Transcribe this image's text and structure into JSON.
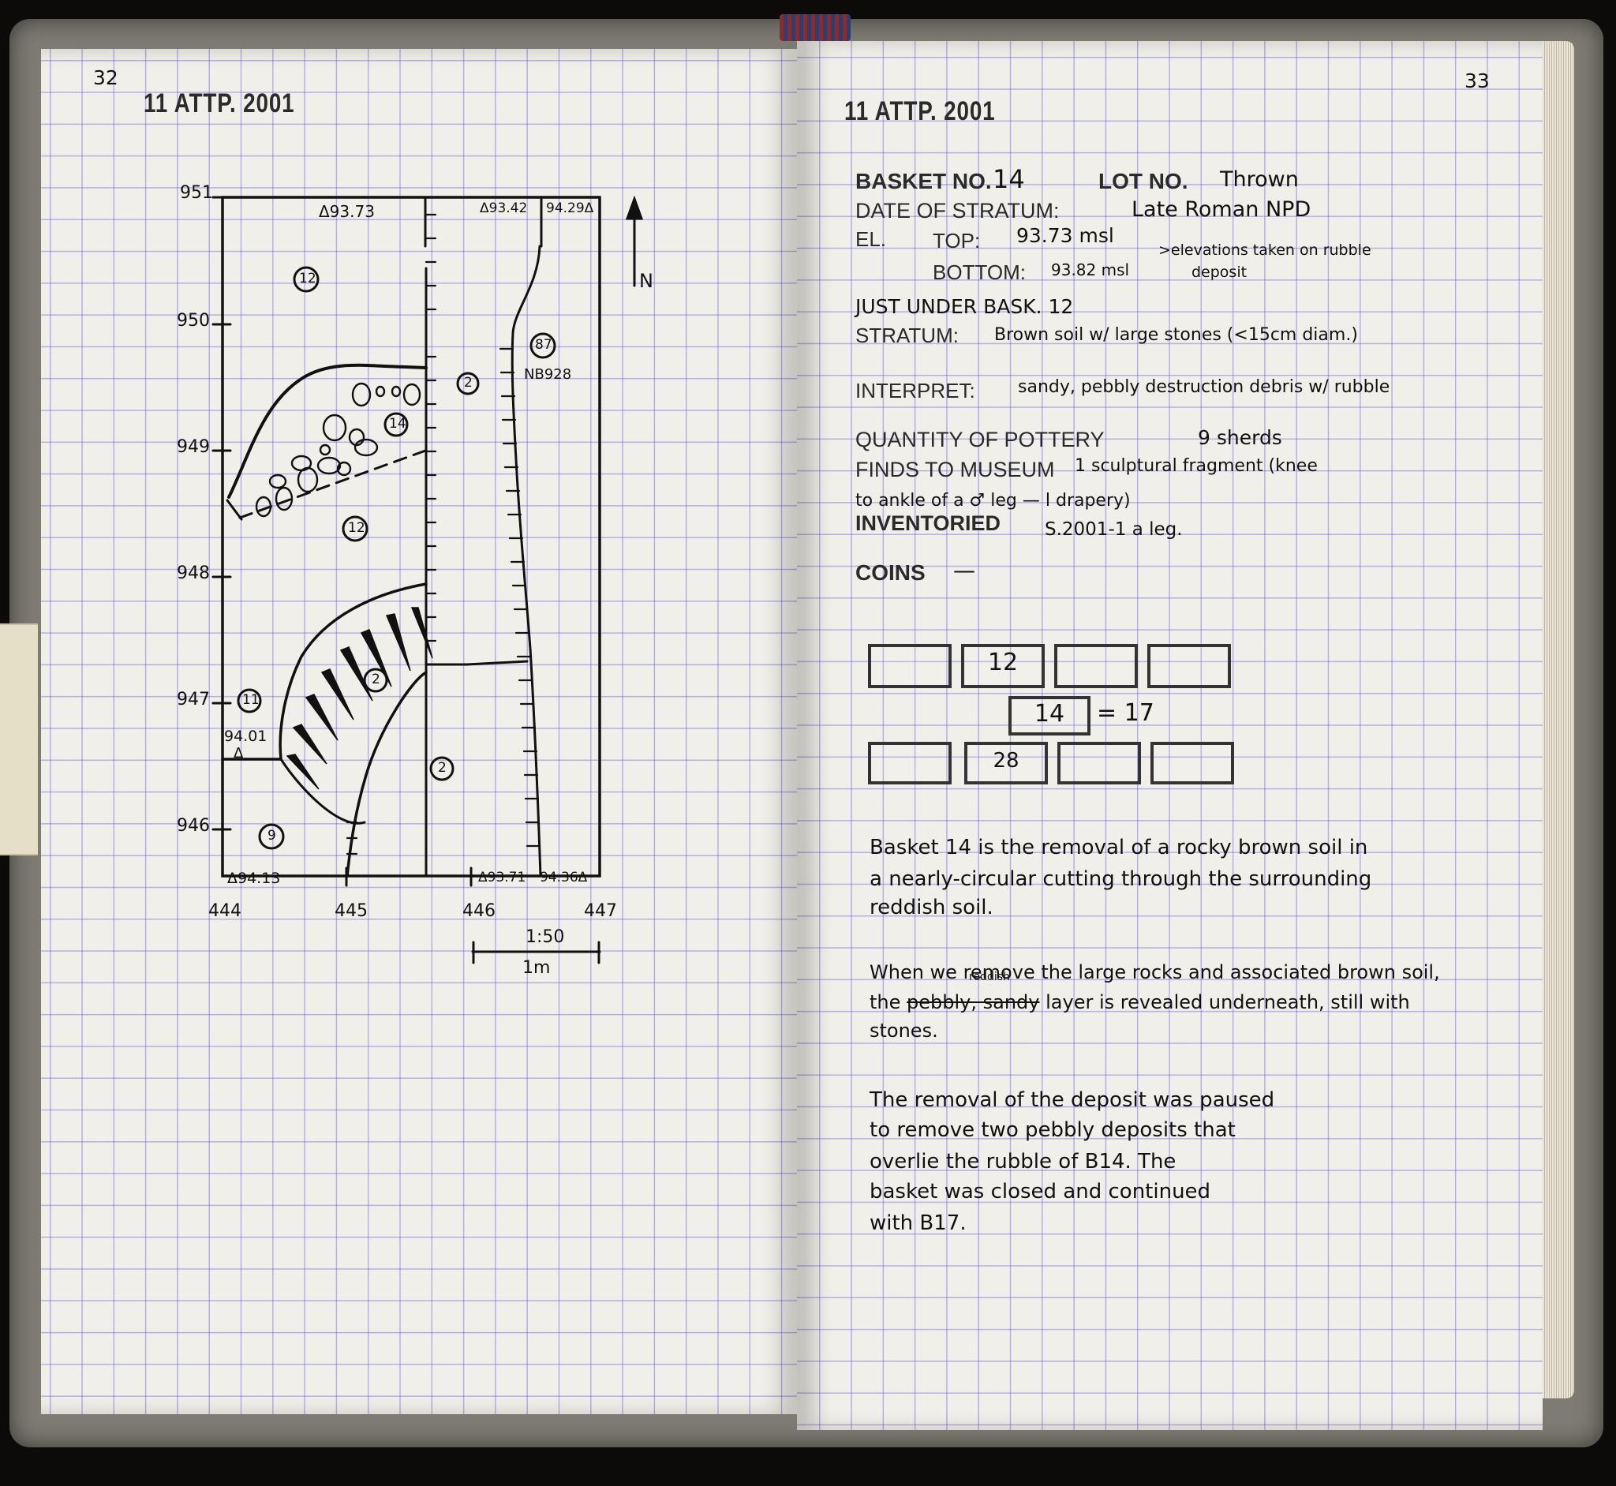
{
  "left_page": {
    "page_number": "32",
    "date_stamp": "11 ATTP. 2001",
    "plan": {
      "northings": [
        "951",
        "950",
        "949",
        "948",
        "947",
        "946"
      ],
      "eastings": [
        "444",
        "445",
        "446",
        "447"
      ],
      "elevations": {
        "top_left_inner": "Δ93.73",
        "top_mid": "Δ93.42",
        "top_right": "94.29Δ",
        "left_mid": "94.01",
        "left_mid_symbol": "Δ",
        "bottom_left": "Δ94.13",
        "bottom_mid": "Δ93.71",
        "bottom_right": "94.36Δ"
      },
      "basket_markers": [
        "12",
        "2",
        "87",
        "14",
        "12",
        "2",
        "11",
        "2",
        "9"
      ],
      "nb_label": "NB928",
      "north_label": "N",
      "scale_ratio": "1:50",
      "scale_length": "1m"
    }
  },
  "right_page": {
    "page_number": "33",
    "date_stamp": "11 ATTP. 2001",
    "form": {
      "basket_label": "BASKET NO.",
      "basket_value": "14",
      "lot_label": "LOT NO.",
      "lot_value": "Thrown",
      "date_label": "DATE OF STRATUM:",
      "date_value": "Late Roman NPD",
      "el_label": "EL.",
      "top_label": "TOP:",
      "top_value": "93.73 msl",
      "bottom_label": "BOTTOM:",
      "bottom_value": "93.82 msl",
      "elevation_note_1": ">elevations taken on rubble",
      "elevation_note_2": "deposit",
      "just_under": "JUST UNDER BASK. 12",
      "stratum_label": "STRATUM:",
      "stratum_value": "Brown soil w/ large stones (<15cm diam.)",
      "interpret_label": "INTERPRET:",
      "interpret_value": "sandy, pebbly destruction debris w/ rubble",
      "pottery_label": "QUANTITY OF POTTERY",
      "pottery_value": "9 sherds",
      "museum_label": "FINDS TO MUSEUM",
      "museum_value_1": "1 sculptural fragment (knee",
      "museum_value_2": "to ankle of a ♂ leg — l drapery)",
      "inventoried_label": "INVENTORIED",
      "inventoried_value": "S.2001-1 a leg.",
      "coins_label": "COINS",
      "coins_value": "—"
    },
    "basket_diagram": {
      "top_row": [
        "",
        "12",
        "",
        ""
      ],
      "middle": "14",
      "middle_equals": "= 17",
      "bottom_row": [
        "",
        "28",
        "",
        ""
      ]
    },
    "notes": {
      "para1": [
        "Basket 14 is the removal of a rocky brown soil in",
        "a nearly-circular cutting through the surrounding",
        "reddish soil."
      ],
      "para2_line1": "When we remove the large rocks and associated brown soil,",
      "para2_line2_pre": "the",
      "para2_line2_strike": "pebbly, sandy",
      "para2_insert": "reddish",
      "para2_line2_post": "layer is revealed underneath, still with",
      "para2_line3": "stones.",
      "para3": [
        "The   removal   of   the   deposit   was   paused",
        "to  remove  two  pebbly  deposits  that",
        "overlie  the  rubble  of  B14.  The",
        "basket  was  closed  and  continued",
        "with  B17."
      ]
    }
  }
}
